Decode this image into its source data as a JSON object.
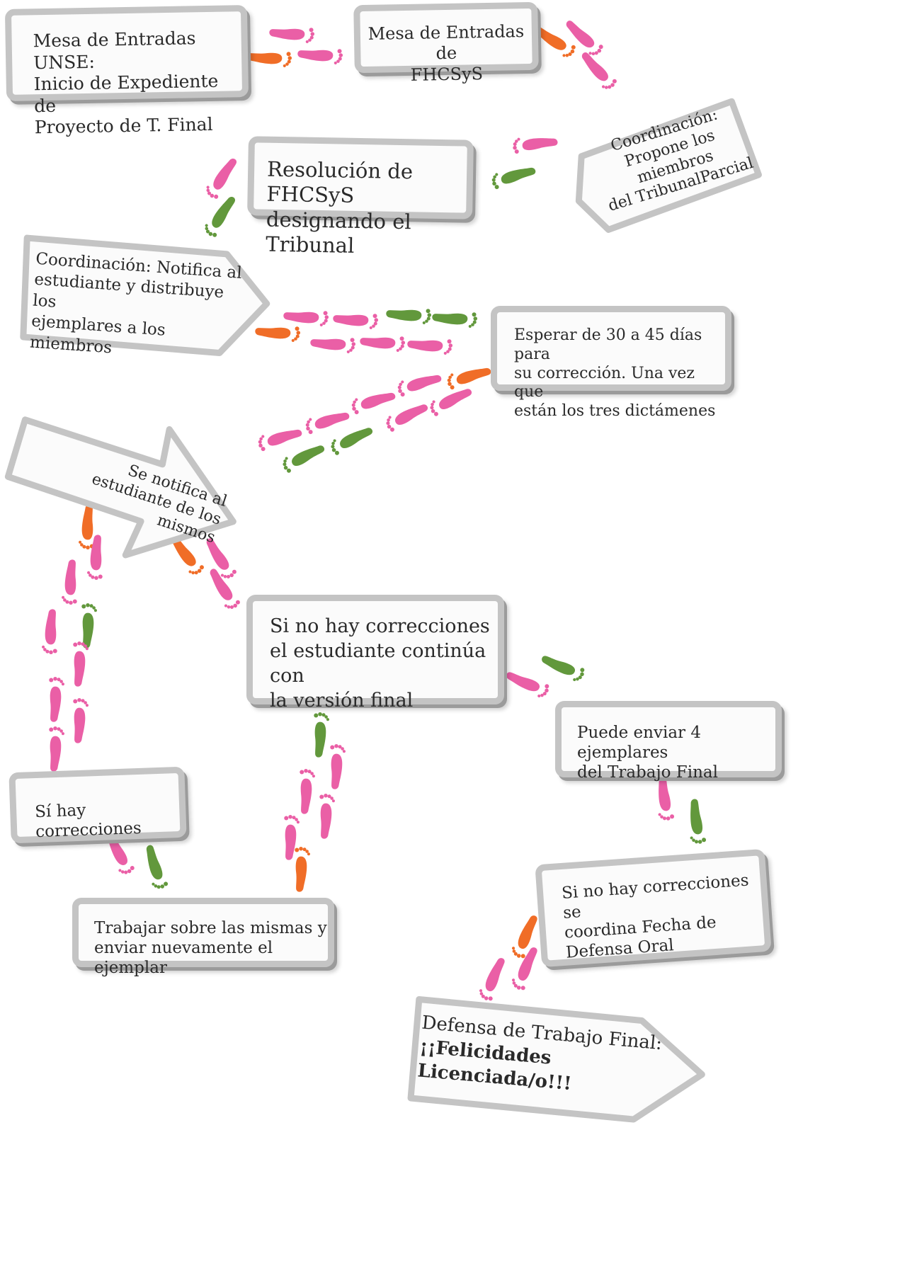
{
  "colors": {
    "pink": "#ea5fa6",
    "orange": "#f06d27",
    "green": "#62983c",
    "box_border": "#c4c4c4",
    "box_fill": "#fbfbfb"
  },
  "steps": {
    "mesa_unse": {
      "lines": [
        "Mesa de Entradas UNSE:",
        "Inicio de Expediente de",
        "Proyecto de T. Final"
      ]
    },
    "mesa_fhcsys": {
      "lines": [
        "Mesa de Entradas de",
        "FHCSyS"
      ]
    },
    "coordinacion_propone": {
      "lines": [
        "Coordinación:",
        "Propone los miembros",
        "del TribunalParcial"
      ]
    },
    "resolucion": {
      "lines": [
        "Resolución de FHCSyS",
        "designando el Tribunal"
      ]
    },
    "coordinacion_notifica": {
      "lines": [
        "Coordinación: Notifica al",
        "estudiante y distribuye los",
        "ejemplares a los miembros"
      ]
    },
    "esperar": {
      "lines": [
        "Esperar de 30 a 45 días para",
        "su corrección. Una vez que",
        "están los tres dictámenes"
      ]
    },
    "se_notifica": {
      "lines": [
        "Se notifica al",
        "estudiante de los mismos"
      ]
    },
    "sin_correcciones": {
      "lines": [
        "Si no hay correcciones",
        "el estudiante continúa con",
        "la  versión final"
      ]
    },
    "si_hay": {
      "lines": [
        "Sí hay correcciones"
      ]
    },
    "puede_enviar": {
      "lines": [
        "Puede enviar 4 ejemplares",
        "del Trabajo Final"
      ]
    },
    "trabajar": {
      "lines": [
        "Trabajar sobre las mismas y",
        "enviar nuevamente el ejemplar"
      ]
    },
    "fecha_defensa": {
      "lines": [
        "Si no hay correcciones se",
        "coordina Fecha de",
        "Defensa Oral"
      ]
    },
    "defensa": {
      "lines": [
        "Defensa de Trabajo Final:",
        "¡¡Felicidades Licenciada/o!!!"
      ]
    }
  },
  "footprints": [
    {
      "color": "pink"
    },
    {
      "color": "orange"
    },
    {
      "color": "pink"
    },
    {
      "color": "orange"
    },
    {
      "color": "pink"
    },
    {
      "color": "pink"
    },
    {
      "color": "pink"
    },
    {
      "color": "green"
    },
    {
      "color": "pink"
    },
    {
      "color": "green"
    },
    {
      "color": "pink"
    },
    {
      "color": "pink"
    },
    {
      "color": "green"
    },
    {
      "color": "green"
    },
    {
      "color": "orange"
    },
    {
      "color": "pink"
    },
    {
      "color": "pink"
    },
    {
      "color": "pink"
    },
    {
      "color": "orange"
    },
    {
      "color": "pink"
    },
    {
      "color": "pink"
    },
    {
      "color": "pink"
    },
    {
      "color": "pink"
    },
    {
      "color": "pink"
    },
    {
      "color": "pink"
    },
    {
      "color": "green"
    },
    {
      "color": "green"
    },
    {
      "color": "orange"
    },
    {
      "color": "pink"
    },
    {
      "color": "pink"
    },
    {
      "color": "pink"
    },
    {
      "color": "green"
    },
    {
      "color": "pink"
    },
    {
      "color": "pink"
    },
    {
      "color": "pink"
    },
    {
      "color": "pink"
    },
    {
      "color": "orange"
    },
    {
      "color": "pink"
    },
    {
      "color": "pink"
    },
    {
      "color": "pink"
    },
    {
      "color": "green"
    },
    {
      "color": "green"
    },
    {
      "color": "pink"
    },
    {
      "color": "pink"
    },
    {
      "color": "pink"
    },
    {
      "color": "pink"
    },
    {
      "color": "orange"
    },
    {
      "color": "green"
    },
    {
      "color": "pink"
    },
    {
      "color": "pink"
    },
    {
      "color": "green"
    },
    {
      "color": "orange"
    },
    {
      "color": "pink"
    },
    {
      "color": "pink"
    }
  ]
}
